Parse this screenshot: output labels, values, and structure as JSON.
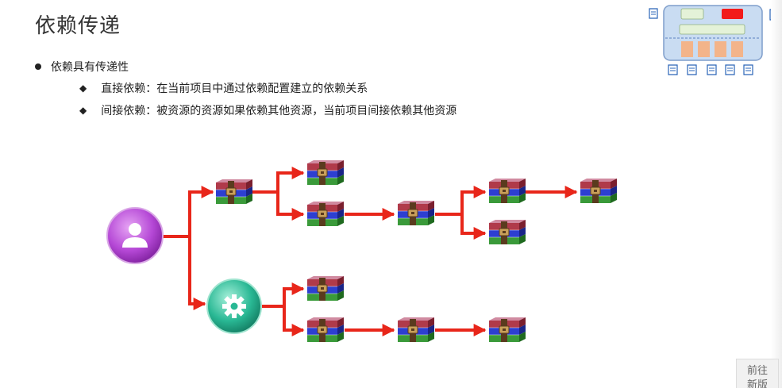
{
  "slide": {
    "title": "依赖传递",
    "bullet": "依赖具有传递性",
    "sub_items": [
      "直接依赖：在当前项目中通过依赖配置建立的依赖关系",
      "间接依赖：被资源的资源如果依赖其他资源，当前项目间接依赖其他资源"
    ]
  },
  "corner_button": {
    "line1": "前往",
    "line2": "新版"
  },
  "colors": {
    "arrow": "#e8261a",
    "user_node": "#b03fd0",
    "gear_node": "#1bb59a",
    "book_red": "#b03a4a",
    "book_blue": "#2d3fd1",
    "book_green": "#3a9a3a"
  },
  "icons": {
    "user_node": "user-icon",
    "project_node": "gear-icon",
    "dependency": "archive-books-icon"
  }
}
